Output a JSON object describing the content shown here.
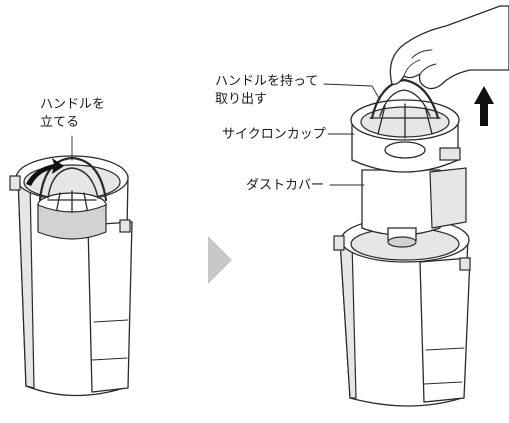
{
  "labels": {
    "left_handle_line1": "ハンドルを",
    "left_handle_line2": "立てる",
    "right_handle_line1": "ハンドルを持って",
    "right_handle_line2": "取り出す",
    "cyclone_cup": "サイクロンカップ",
    "dust_cover": "ダストカバー"
  },
  "colors": {
    "line": "#2a2a2a",
    "shade_light": "#e6e6e6",
    "shade_dark": "#d2d2d2",
    "step_arrow": "#c8c8c8",
    "up_arrow": "#111111"
  }
}
